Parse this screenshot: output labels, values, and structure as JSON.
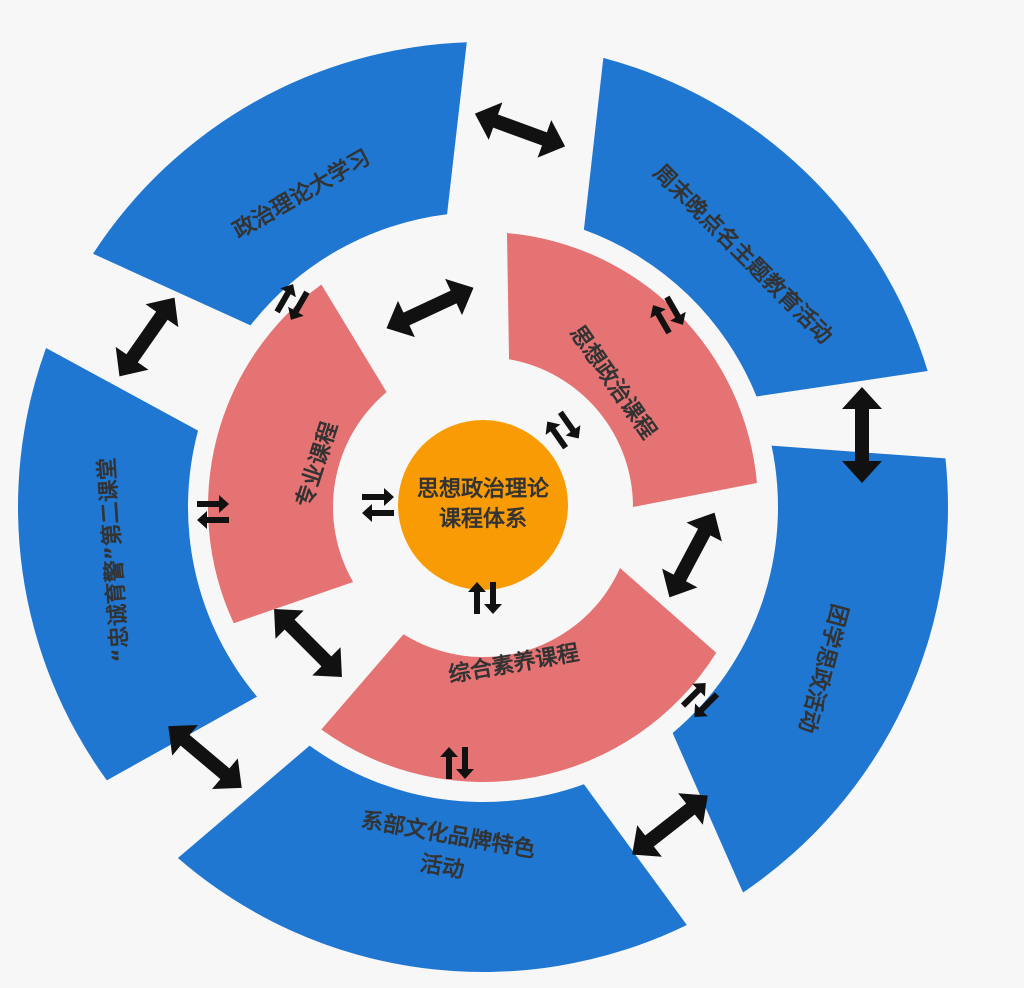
{
  "center": {
    "line1": "思想政治理论",
    "line2": "课程体系"
  },
  "inner_ring": [
    {
      "label": "思想政治课程"
    },
    {
      "label": "综合素养课程"
    },
    {
      "label": "专业课程"
    }
  ],
  "outer_ring": [
    {
      "label": "周末晚点名主题教育活动"
    },
    {
      "label": "团学思政活动"
    },
    {
      "label": "系部文化品牌特色",
      "label2": "活动"
    },
    {
      "label": "“忠诚育警”第二课堂"
    },
    {
      "label": "政治理论大学习"
    }
  ],
  "colors": {
    "outer": "#1f77d2",
    "inner": "#e57373",
    "center": "#f99b05",
    "arrow": "#111111",
    "text": "#333333"
  }
}
